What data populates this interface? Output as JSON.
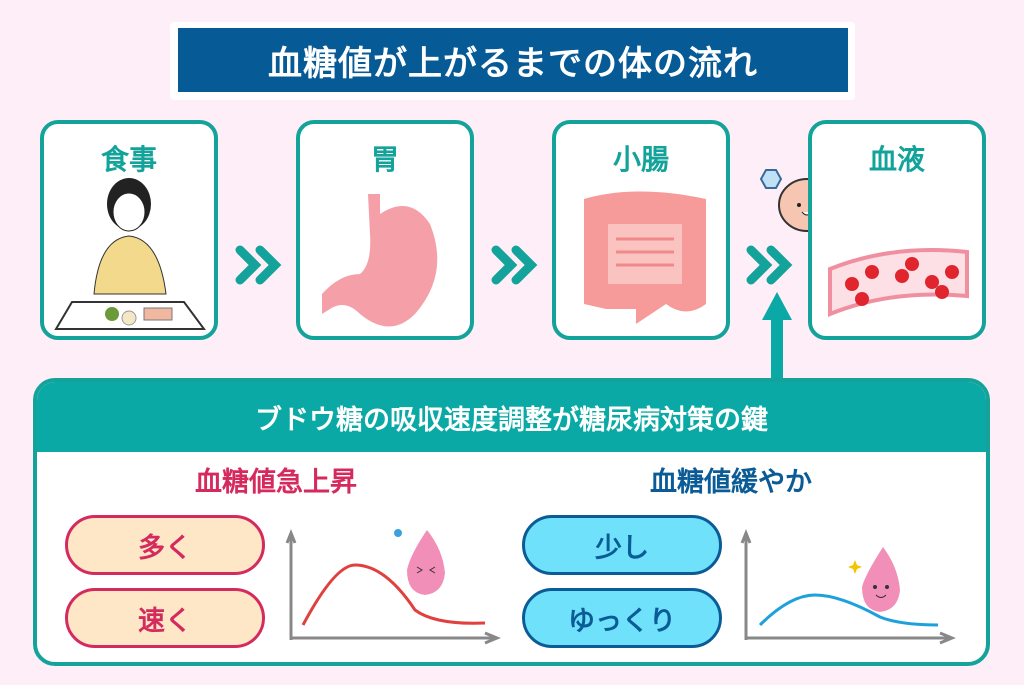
{
  "title": "血糖値が上がるまでの体の流れ",
  "steps": [
    {
      "label": "食事",
      "icon": "meal-illustration"
    },
    {
      "label": "胃",
      "icon": "stomach-illustration"
    },
    {
      "label": "小腸",
      "icon": "intestine-illustration"
    },
    {
      "label": "血液",
      "icon": "blood-vessel-illustration"
    }
  ],
  "panel": {
    "heading": "ブドウ糖の吸収速度調整が糖尿病対策の鍵",
    "left": {
      "title": "血糖値急上昇",
      "items": [
        "多く",
        "速く"
      ],
      "color": "#d42a5e"
    },
    "right": {
      "title": "血糖値緩やか",
      "items": [
        "少し",
        "ゆっくり"
      ],
      "color": "#0b5c96"
    }
  },
  "colors": {
    "teal": "#14a39a",
    "navy": "#065a96",
    "background": "#fdeef7"
  }
}
